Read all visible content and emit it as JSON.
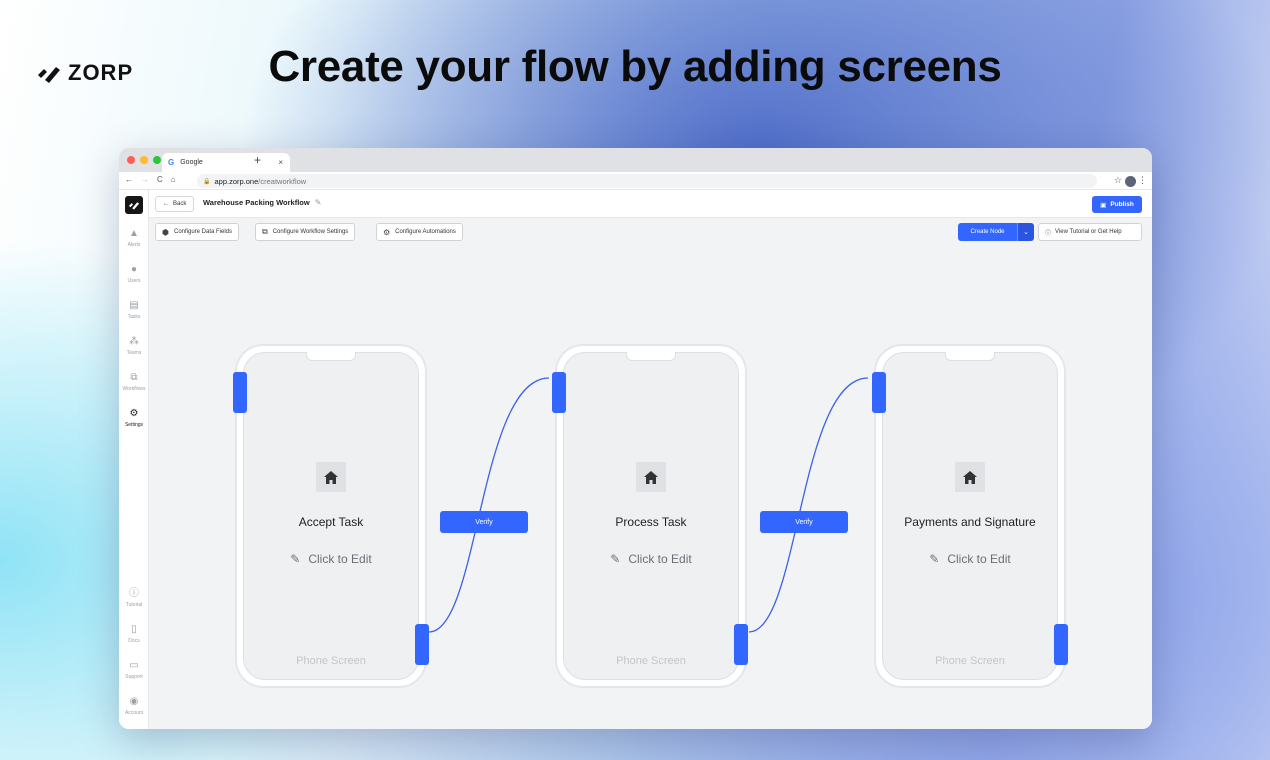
{
  "brand": {
    "name": "ZORP"
  },
  "headline": "Create your flow by adding screens",
  "browser": {
    "tab_title": "Google",
    "tab_close": "×",
    "new_tab": "+",
    "url_domain": "app.zorp.one",
    "url_path": "/creatworkflow"
  },
  "sidebar": {
    "items": [
      {
        "label": "Alerts",
        "icon": "bell-icon",
        "glyph": "🔔"
      },
      {
        "label": "Users",
        "icon": "user-icon",
        "glyph": "👤"
      },
      {
        "label": "Tasks",
        "icon": "tasks-icon",
        "glyph": "▤"
      },
      {
        "label": "Teams",
        "icon": "teams-icon",
        "glyph": "👥"
      },
      {
        "label": "Workflows",
        "icon": "workflow-icon",
        "glyph": "⧉"
      },
      {
        "label": "Settings",
        "icon": "gear-icon",
        "glyph": "⚙"
      }
    ],
    "bottom_items": [
      {
        "label": "Tutorial",
        "icon": "help-icon",
        "glyph": "?"
      },
      {
        "label": "Docs",
        "icon": "book-icon",
        "glyph": "📖"
      },
      {
        "label": "Support",
        "icon": "chat-icon",
        "glyph": "💬"
      },
      {
        "label": "Account",
        "icon": "account-icon",
        "glyph": "◉"
      }
    ]
  },
  "topbar": {
    "back": "Back",
    "workflow_title": "Warehouse Packing Workflow",
    "publish": "Publish"
  },
  "toolbar": {
    "configure_data_fields": "Configure Data Fields",
    "configure_workflow_settings": "Configure Workflow Settings",
    "configure_automations": "Configure Automations",
    "create_node": "Create Node",
    "help": "View Tutorial or Get Help"
  },
  "screens": [
    {
      "title": "Accept Task",
      "edit": "Click to Edit",
      "label": "Phone Screen"
    },
    {
      "title": "Process Task",
      "edit": "Click to Edit",
      "label": "Phone Screen"
    },
    {
      "title": "Payments and Signature",
      "edit": "Click to Edit",
      "label": "Phone Screen"
    }
  ],
  "edges": [
    {
      "label": "Verify"
    },
    {
      "label": "Verify"
    }
  ],
  "colors": {
    "accent": "#3366ff",
    "wire": "#3d63e6"
  }
}
